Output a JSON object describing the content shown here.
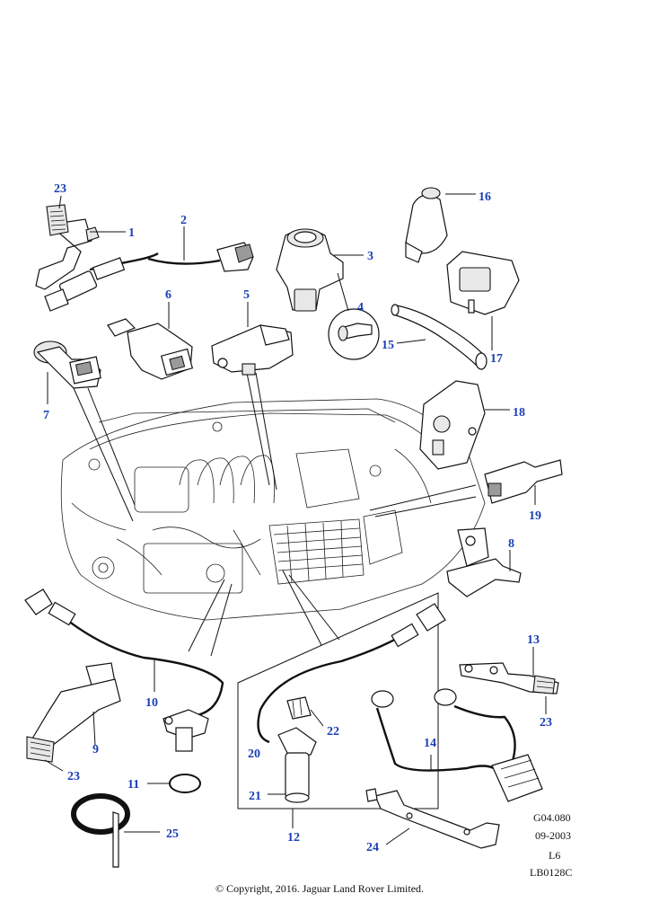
{
  "callouts": {
    "c1": "1",
    "c2": "2",
    "c3": "3",
    "c4": "4",
    "c5": "5",
    "c6": "6",
    "c7": "7",
    "c8": "8",
    "c9": "9",
    "c10": "10",
    "c11": "11",
    "c12": "12",
    "c13": "13",
    "c14": "14",
    "c15": "15",
    "c16": "16",
    "c17": "17",
    "c18": "18",
    "c19": "19",
    "c20": "20",
    "c21": "21",
    "c22": "22",
    "c23a": "23",
    "c23b": "23",
    "c23c": "23",
    "c24": "24",
    "c25": "25"
  },
  "drawing_info": {
    "ref": "G04.080",
    "date": "09-2003",
    "variant": "L6",
    "code": "LB0128C"
  },
  "copyright": "© Copyright, 2016. Jaguar Land Rover Limited.",
  "colors": {
    "callout": "#1a3fb5",
    "line": "#111111"
  }
}
